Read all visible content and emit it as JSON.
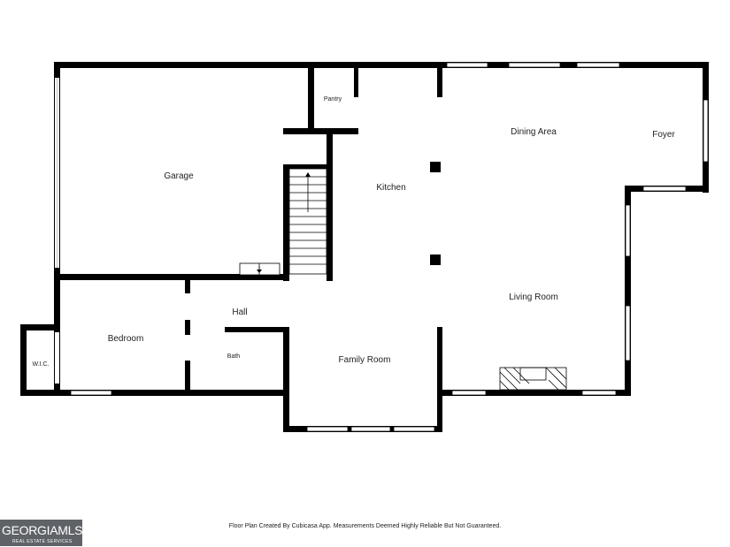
{
  "rooms": {
    "garage": "Garage",
    "pantry": "Pantry",
    "kitchen": "Kitchen",
    "dining_area": "Dining Area",
    "foyer": "Foyer",
    "living_room": "Living Room",
    "hall": "Hall",
    "bedroom": "Bedroom",
    "bath": "Bath",
    "wic": "W.I.C.",
    "family_room": "Family Room"
  },
  "footer": {
    "disclaimer": "Floor Plan Created By Cubicasa App. Measurements Deemed Highly Reliable But Not Guaranteed.",
    "logo_main": "GEORGIAMLS",
    "logo_sub": "REAL ESTATE SERVICES"
  },
  "colors": {
    "wall": "#000000",
    "background": "#ffffff",
    "logo_background": "#5f6368"
  }
}
